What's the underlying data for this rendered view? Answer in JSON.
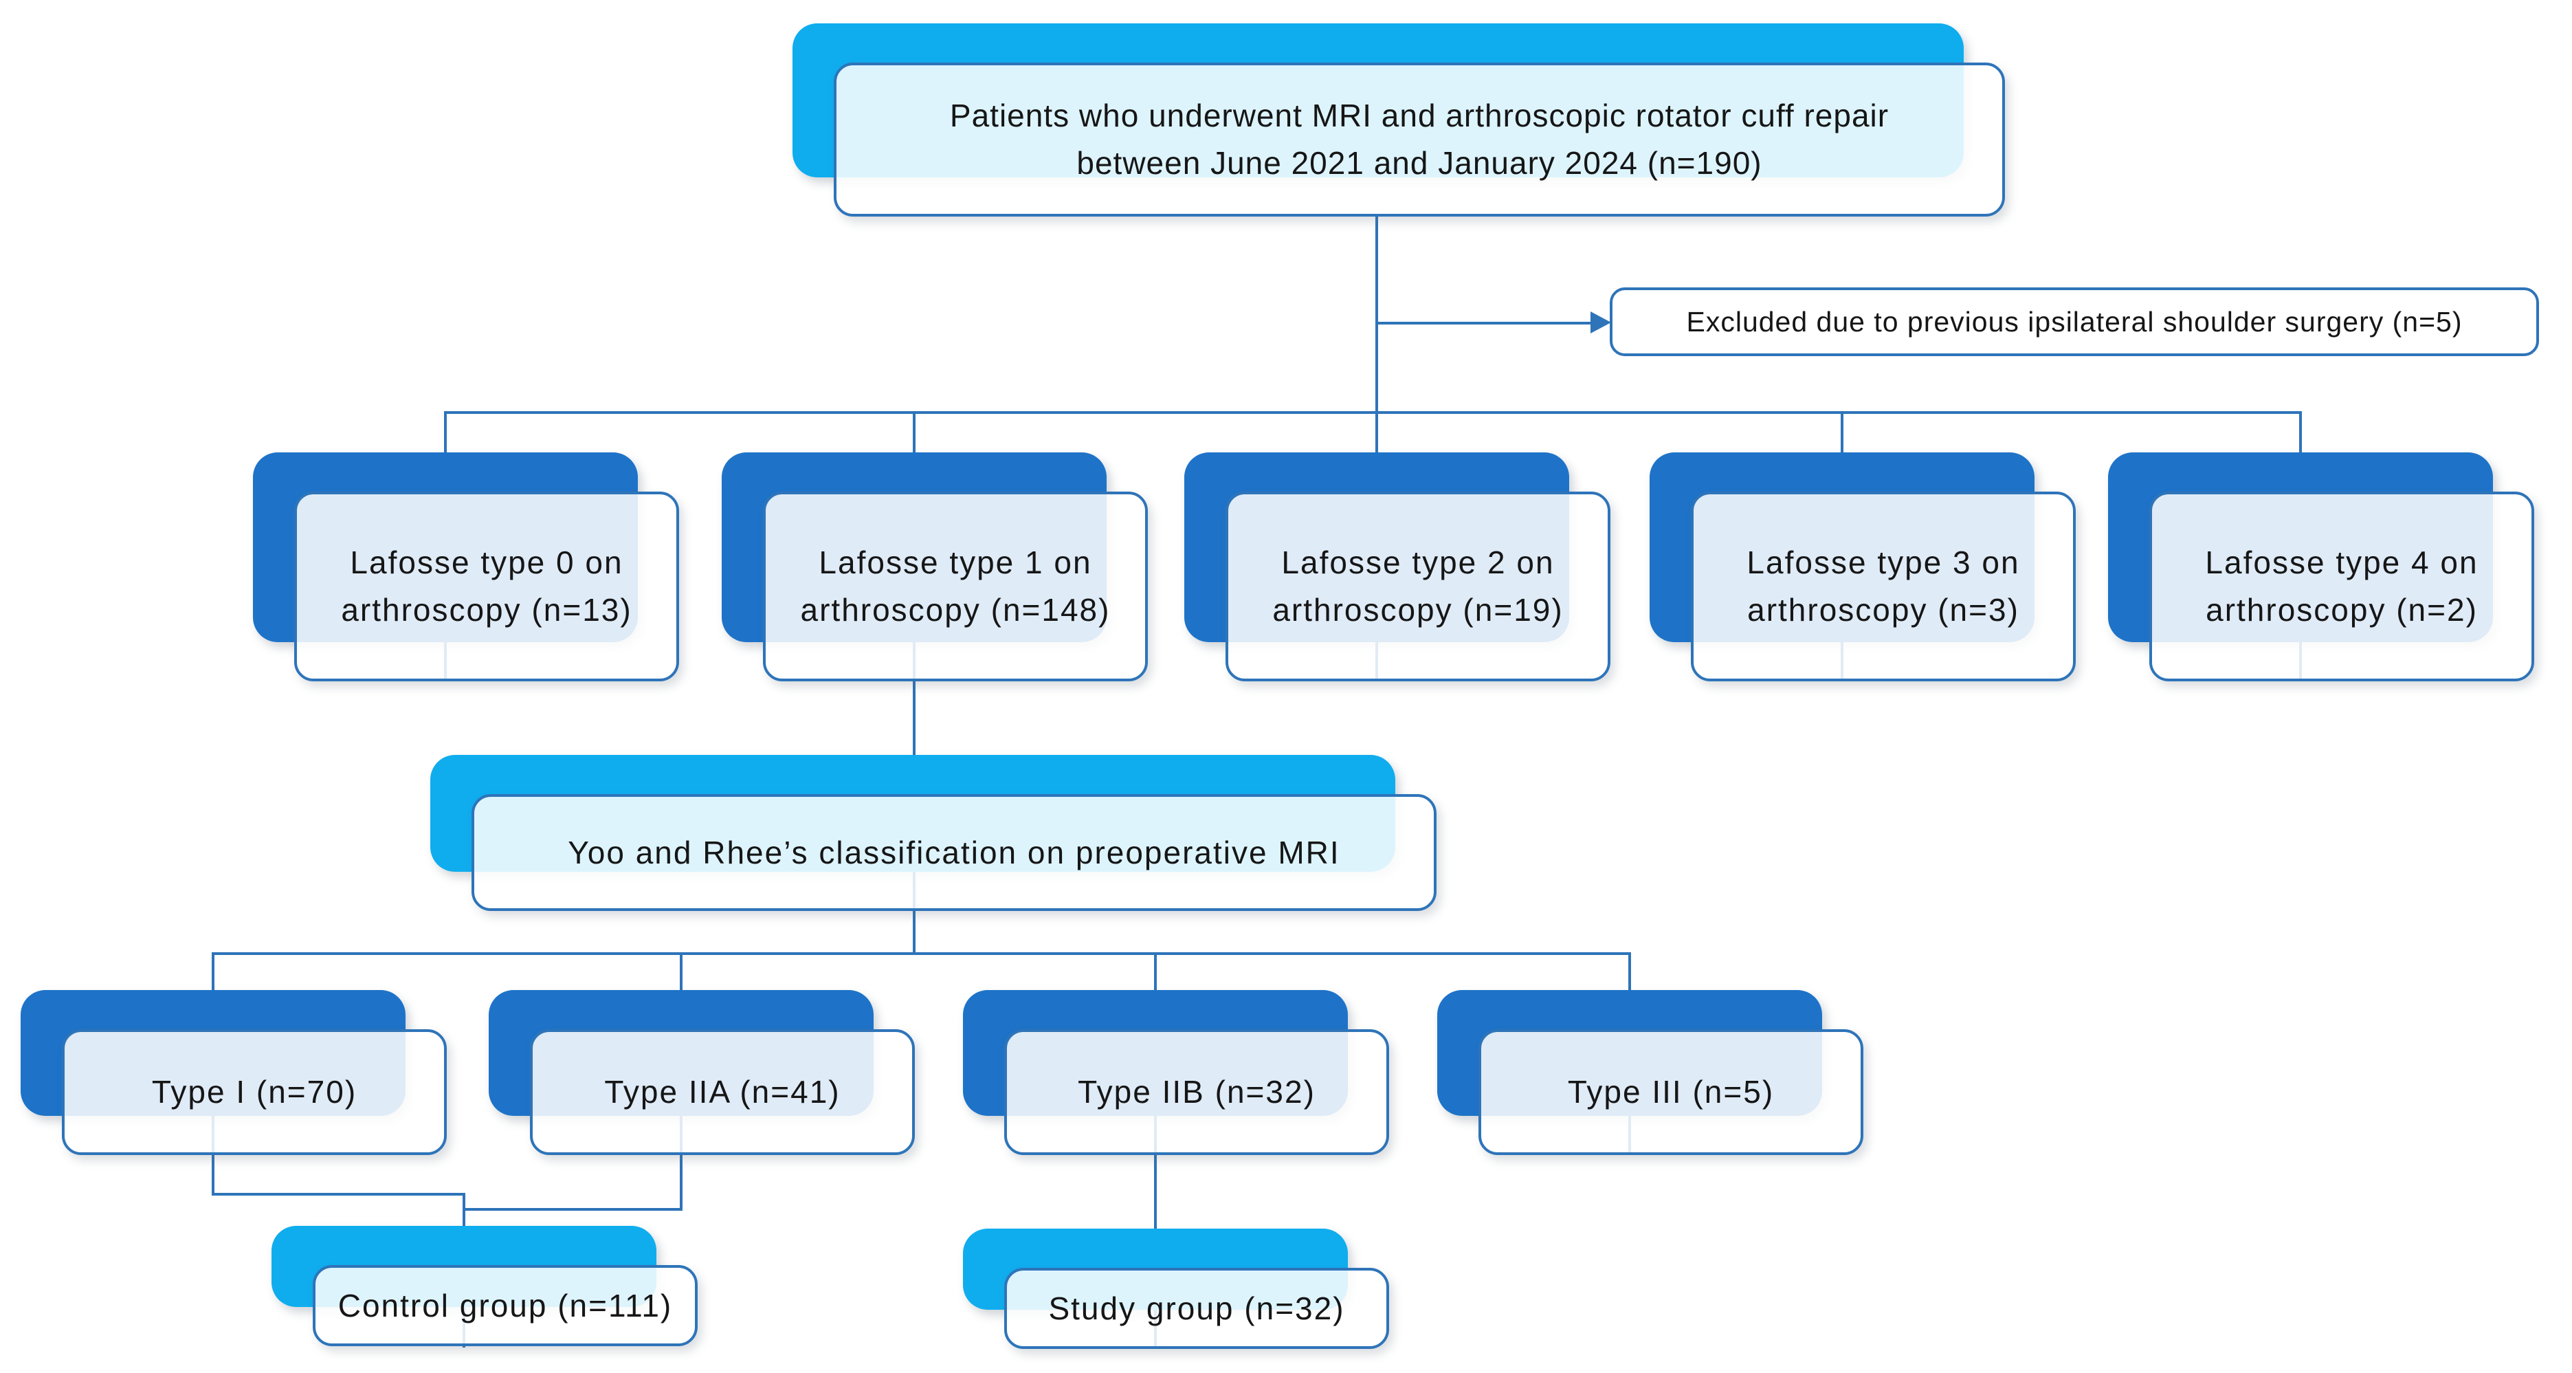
{
  "colors": {
    "cyan": "#0fadee",
    "blue": "#1e73c8",
    "border": "#2e74b9",
    "line": "#2e74b9",
    "ink": "#161616",
    "bg": "#ffffff"
  },
  "nodes": {
    "top": {
      "lines": [
        "Patients who underwent MRI and arthroscopic rotator cuff repair",
        "between June 2021 and January 2024 (n=190)"
      ]
    },
    "excluded": {
      "label": "Excluded due to previous ipsilateral shoulder surgery (n=5)"
    },
    "lafosse0": {
      "lines": [
        "Lafosse type 0 on",
        "arthroscopy (n=13)"
      ]
    },
    "lafosse1": {
      "lines": [
        "Lafosse type 1 on",
        "arthroscopy (n=148)"
      ]
    },
    "lafosse2": {
      "lines": [
        "Lafosse type 2 on",
        "arthroscopy (n=19)"
      ]
    },
    "lafosse3": {
      "lines": [
        "Lafosse type 3 on",
        "arthroscopy (n=3)"
      ]
    },
    "lafosse4": {
      "lines": [
        "Lafosse type 4 on",
        "arthroscopy (n=2)"
      ]
    },
    "yoo": {
      "label": "Yoo and Rhee’s classification on preoperative MRI"
    },
    "type_i": {
      "label": "Type I (n=70)"
    },
    "type_iia": {
      "label": "Type IIA (n=41)"
    },
    "type_iib": {
      "label": "Type IIB (n=32)"
    },
    "type_iii": {
      "label": "Type III (n=5)"
    },
    "control": {
      "label": "Control group (n=111)"
    },
    "study": {
      "label": "Study group (n=32)"
    }
  }
}
